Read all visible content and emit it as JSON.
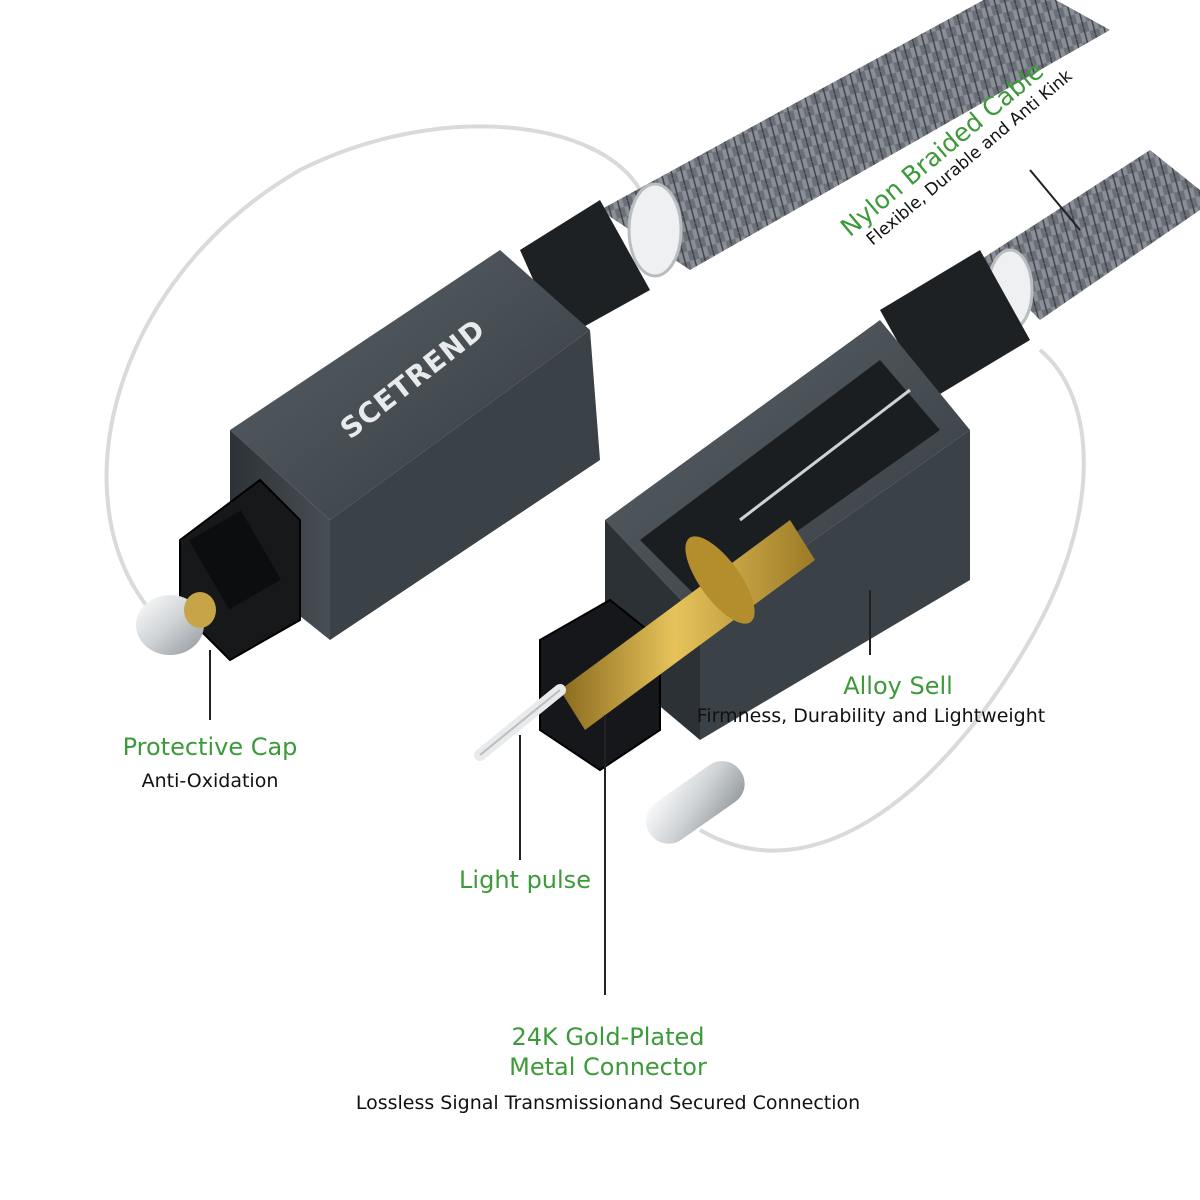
{
  "product": {
    "brand_logo_text": "SCETREND"
  },
  "callouts": {
    "nylon": {
      "title": "Nylon Braided Cable",
      "subtitle": "Flexible, Durable and Anti Kink"
    },
    "cap": {
      "title": "Protective Cap",
      "subtitle": "Anti-Oxidation"
    },
    "alloy": {
      "title": "Alloy Sell",
      "subtitle": "Firmness, Durability and Lightweight"
    },
    "light": {
      "title": "Light pulse"
    },
    "gold": {
      "title_line1": "24K Gold-Plated",
      "title_line2": "Metal Connector",
      "subtitle": "Lossless Signal Transmissionand Secured Connection"
    }
  },
  "colors": {
    "accent_green": "#3d9a3a",
    "text_black": "#111111",
    "housing_gray": "#4a5258",
    "gold": "#c9a23a"
  }
}
